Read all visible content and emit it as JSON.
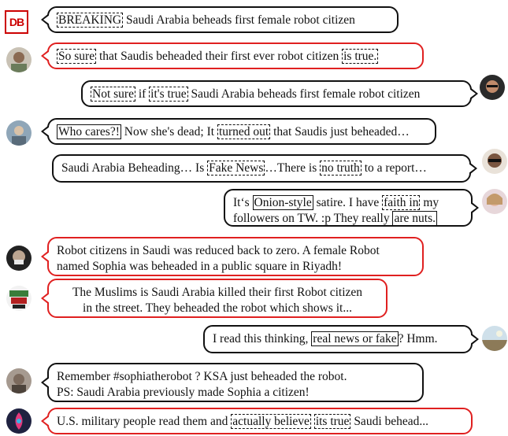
{
  "logo": {
    "text": "DB"
  },
  "messages": [
    {
      "id": "m1",
      "parts": [
        {
          "t": "BREAKING",
          "box": "dashed"
        },
        {
          "t": " Saudi Arabia beheads first female robot citizen"
        }
      ]
    },
    {
      "id": "m2",
      "parts": [
        {
          "t": "So sure",
          "box": "dashed"
        },
        {
          "t": " that Saudis beheaded their first ever robot citizen "
        },
        {
          "t": "is true.",
          "box": "dashed"
        }
      ]
    },
    {
      "id": "m3",
      "parts": [
        {
          "t": "Not sure",
          "box": "dashed"
        },
        {
          "t": " if "
        },
        {
          "t": "it's true",
          "box": "dashed"
        },
        {
          "t": " Saudi Arabia beheads first female robot citizen"
        }
      ]
    },
    {
      "id": "m4",
      "parts": [
        {
          "t": "Who cares?!",
          "box": "solid"
        },
        {
          "t": " Now she's dead; It "
        },
        {
          "t": "turned out",
          "box": "dashed"
        },
        {
          "t": " that Saudis just beheaded…"
        }
      ]
    },
    {
      "id": "m5",
      "parts": [
        {
          "t": "Saudi Arabia Beheading… Is "
        },
        {
          "t": "Fake News",
          "box": "dashed"
        },
        {
          "t": "…There is "
        },
        {
          "t": "no truth",
          "box": "dashed"
        },
        {
          "t": " to a report…"
        }
      ]
    },
    {
      "id": "m6",
      "lines": [
        [
          {
            "t": "It‘s "
          },
          {
            "t": "Onion-style",
            "box": "solid"
          },
          {
            "t": " satire. I have "
          },
          {
            "t": "faith in",
            "box": "dashed"
          },
          {
            "t": " my"
          }
        ],
        [
          {
            "t": "followers on TW. :p They really "
          },
          {
            "t": "are nuts.",
            "box": "solid"
          }
        ]
      ]
    },
    {
      "id": "m7",
      "lines": [
        [
          {
            "t": "Robot citizens in Saudi was reduced back to zero. A female Robot"
          }
        ],
        [
          {
            "t": "named Sophia was beheaded in a public square in Riyadh!"
          }
        ]
      ]
    },
    {
      "id": "m8",
      "lines": [
        [
          {
            "t": "The Muslims is Saudi Arabia killed their first Robot citizen"
          }
        ],
        [
          {
            "t": "in the street. They beheaded the robot which shows it..."
          }
        ]
      ]
    },
    {
      "id": "m9",
      "parts": [
        {
          "t": "I read this thinking, "
        },
        {
          "t": "real news or fake",
          "box": "solid"
        },
        {
          "t": "? Hmm."
        }
      ]
    },
    {
      "id": "m10",
      "lines": [
        [
          {
            "t": "Remember #sophiatherobot ? KSA just beheaded the robot."
          }
        ],
        [
          {
            "t": "PS: Saudi Arabia previously made Sophia a citizen!"
          }
        ]
      ]
    },
    {
      "id": "m11",
      "parts": [
        {
          "t": "U.S. military people read them and "
        },
        {
          "t": "actually believe",
          "box": "dashed"
        },
        {
          "t": " "
        },
        {
          "t": "its true",
          "box": "dashed"
        },
        {
          "t": " Saudi behead..."
        }
      ]
    }
  ]
}
